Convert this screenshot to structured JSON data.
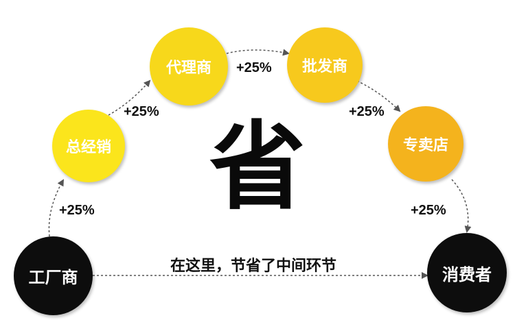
{
  "nodes": {
    "factory": "工厂商",
    "general_distributor": "总经销",
    "agent": "代理商",
    "wholesaler": "批发商",
    "store": "专卖店",
    "consumer": "消费者"
  },
  "markups": [
    "+25%",
    "+25%",
    "+25%",
    "+25%",
    "+25%"
  ],
  "center_char": "省",
  "caption": "在这里，节省了中间环节",
  "colors": {
    "dark": "#0d0d0d",
    "yellow_bright": "#fbe51c",
    "yellow": "#f7cf1c",
    "amber": "#f5bb1e",
    "orange": "#f4ab1c",
    "arrow": "#555555"
  }
}
